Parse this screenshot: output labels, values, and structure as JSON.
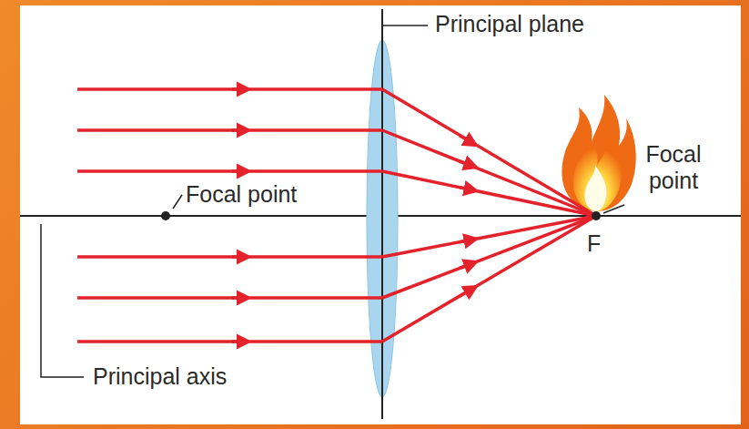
{
  "diagram": {
    "labels": [
      "Principal plane",
      "Focal point",
      "Focal point",
      "F",
      "Principal axis"
    ]
  }
}
